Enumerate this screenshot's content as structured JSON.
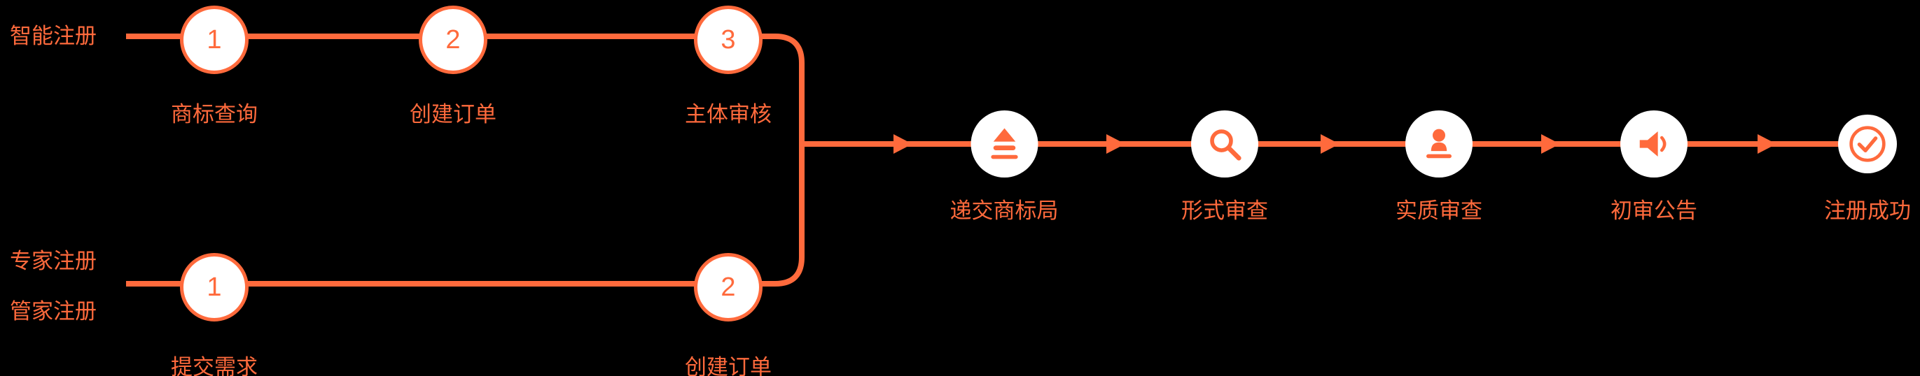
{
  "colors": {
    "accent": "#FF6A3C",
    "background": "#000000",
    "node_fill": "#FFFFFF"
  },
  "diagram": {
    "tracks": {
      "smart": {
        "label": "智能注册",
        "steps": [
          {
            "number": "1",
            "label": "商标查询"
          },
          {
            "number": "2",
            "label": "创建订单"
          },
          {
            "number": "3",
            "label": "主体审核"
          }
        ]
      },
      "expert": {
        "labels": [
          "专家注册",
          "管家注册"
        ],
        "steps": [
          {
            "number": "1",
            "label": "提交需求"
          },
          {
            "number": "2",
            "label": "创建订单"
          }
        ]
      },
      "merged": {
        "steps": [
          {
            "icon": "stamp-submit-icon",
            "label": "递交商标局"
          },
          {
            "icon": "magnifier-icon",
            "label": "形式审查"
          },
          {
            "icon": "examiner-icon",
            "label": "实质审查"
          },
          {
            "icon": "megaphone-icon",
            "label": "初审公告"
          },
          {
            "icon": "check-circle-icon",
            "label": "注册成功"
          }
        ]
      }
    }
  }
}
